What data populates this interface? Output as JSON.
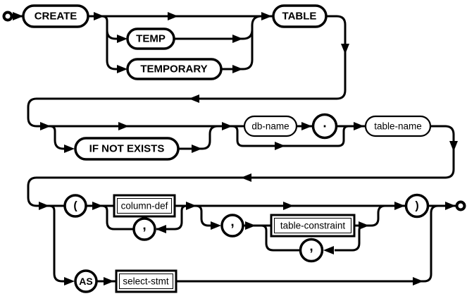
{
  "nodes": {
    "create": "CREATE",
    "temp": "TEMP",
    "temporary": "TEMPORARY",
    "table": "TABLE",
    "if_not_exists": "IF NOT EXISTS",
    "db_name": "db-name",
    "dot": ".",
    "table_name": "table-name",
    "open_paren": "(",
    "column_def": "column-def",
    "comma_column_loop": ",",
    "comma_constraint_sep": ",",
    "table_constraint": "table-constraint",
    "comma_constraint_loop": ",",
    "close_paren": ")",
    "as_keyword": "AS",
    "select_stmt": "select-stmt"
  },
  "colors": {
    "line": "#000000",
    "node_fill": "#ffffff",
    "background": "#ffffff"
  }
}
